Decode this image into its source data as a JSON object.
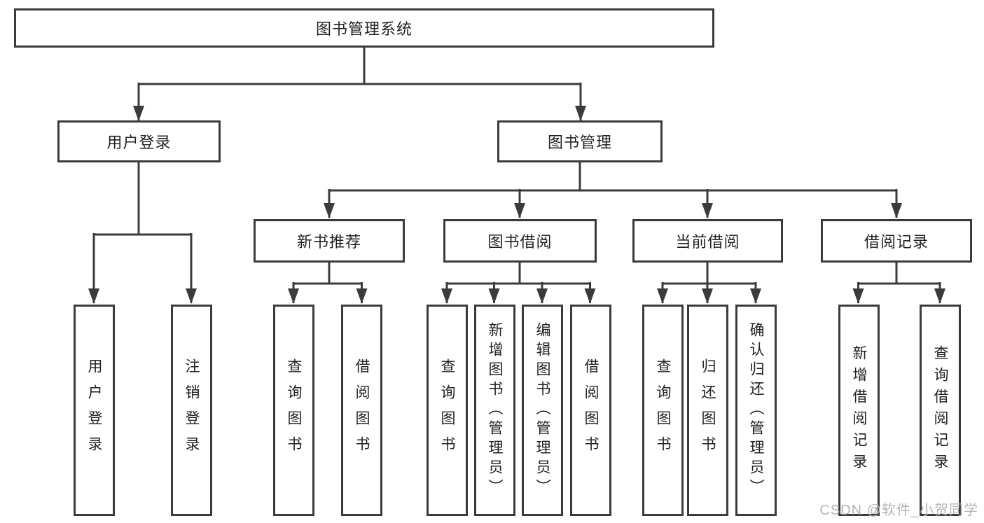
{
  "diagram": {
    "root": {
      "label": "图书管理系统"
    },
    "branches": [
      {
        "id": "user-login",
        "label": "用户登录",
        "children": [
          {
            "label": "用户登录"
          },
          {
            "label": "注销登录"
          }
        ]
      },
      {
        "id": "book-management",
        "label": "图书管理",
        "sections": [
          {
            "id": "new-book-recommend",
            "label": "新书推荐",
            "children": [
              {
                "label": "查询图书"
              },
              {
                "label": "借阅图书"
              }
            ]
          },
          {
            "id": "book-borrow",
            "label": "图书借阅",
            "children": [
              {
                "label": "查询图书"
              },
              {
                "label": "新增图书（管理员）"
              },
              {
                "label": "编辑图书（管理员）"
              },
              {
                "label": "借阅图书"
              }
            ]
          },
          {
            "id": "current-borrow",
            "label": "当前借阅",
            "children": [
              {
                "label": "查询图书"
              },
              {
                "label": "归还图书"
              },
              {
                "label": "确认归还（管理员）"
              }
            ]
          },
          {
            "id": "borrow-records",
            "label": "借阅记录",
            "children": [
              {
                "label": "新增借阅记录"
              },
              {
                "label": "查询借阅记录"
              }
            ]
          }
        ]
      }
    ]
  },
  "watermark": "CSDN @软件_小贺同学",
  "colors": {
    "line": "#3b3b3b",
    "text": "#222222",
    "watermark": "#b5b5b5",
    "background": "#ffffff"
  }
}
